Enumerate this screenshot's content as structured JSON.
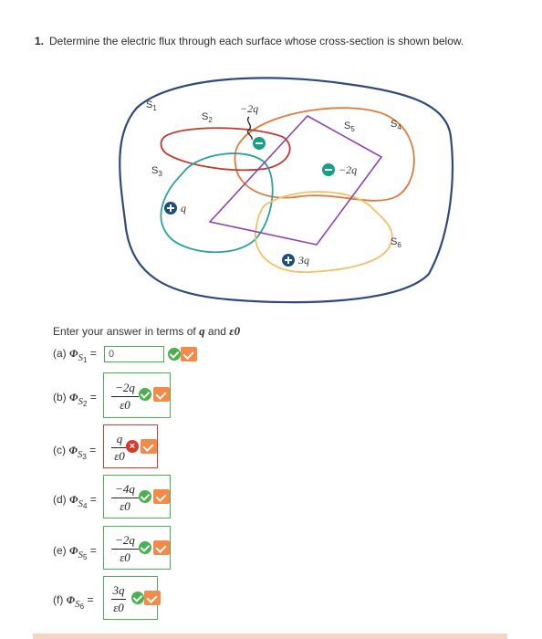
{
  "question": {
    "number": "1.",
    "text": "Determine the electric flux through each surface whose cross-section is shown below."
  },
  "figure": {
    "s1": "S",
    "s1_sub": "1",
    "s2": "S",
    "s2_sub": "2",
    "s3": "S",
    "s3_sub": "3",
    "s4": "S",
    "s4_sub": "4",
    "s5": "S",
    "s5_sub": "5",
    "s6": "S",
    "s6_sub": "6",
    "charge_top": "−2q",
    "charge_mid": "−2q",
    "charge_q": "q",
    "charge_3q": "3q",
    "colors": {
      "s1": "#2f4a7a",
      "s2": "#c0392b",
      "s3": "#2aa19a",
      "s4": "#e07a3c",
      "s5": "#8e44ad",
      "s6": "#f2c066",
      "positive": "#1d4e7e",
      "negative": "#16a085"
    }
  },
  "instruction": {
    "prefix": "Enter your answer in terms of",
    "var1": "q",
    "and": "and",
    "var2": "ε0"
  },
  "answers": [
    {
      "part": "(a)",
      "phi": "Φ",
      "s": "S",
      "sub": "1",
      "value": "0",
      "status": "correct"
    },
    {
      "part": "(b)",
      "phi": "Φ",
      "s": "S",
      "sub": "2",
      "numerator": "−2q",
      "denominator": "ε0",
      "status": "correct"
    },
    {
      "part": "(c)",
      "phi": "Φ",
      "s": "S",
      "sub": "3",
      "numerator": "q",
      "denominator": "ε0",
      "status": "incorrect"
    },
    {
      "part": "(d)",
      "phi": "Φ",
      "s": "S",
      "sub": "4",
      "numerator": "−4q",
      "denominator": "ε0",
      "status": "correct"
    },
    {
      "part": "(e)",
      "phi": "Φ",
      "s": "S",
      "sub": "5",
      "numerator": "−2q",
      "denominator": "ε0",
      "status": "correct"
    },
    {
      "part": "(f)",
      "phi": "Φ",
      "s": "S",
      "sub": "6",
      "numerator": "3q",
      "denominator": "ε0",
      "status": "correct"
    }
  ],
  "equals": "="
}
